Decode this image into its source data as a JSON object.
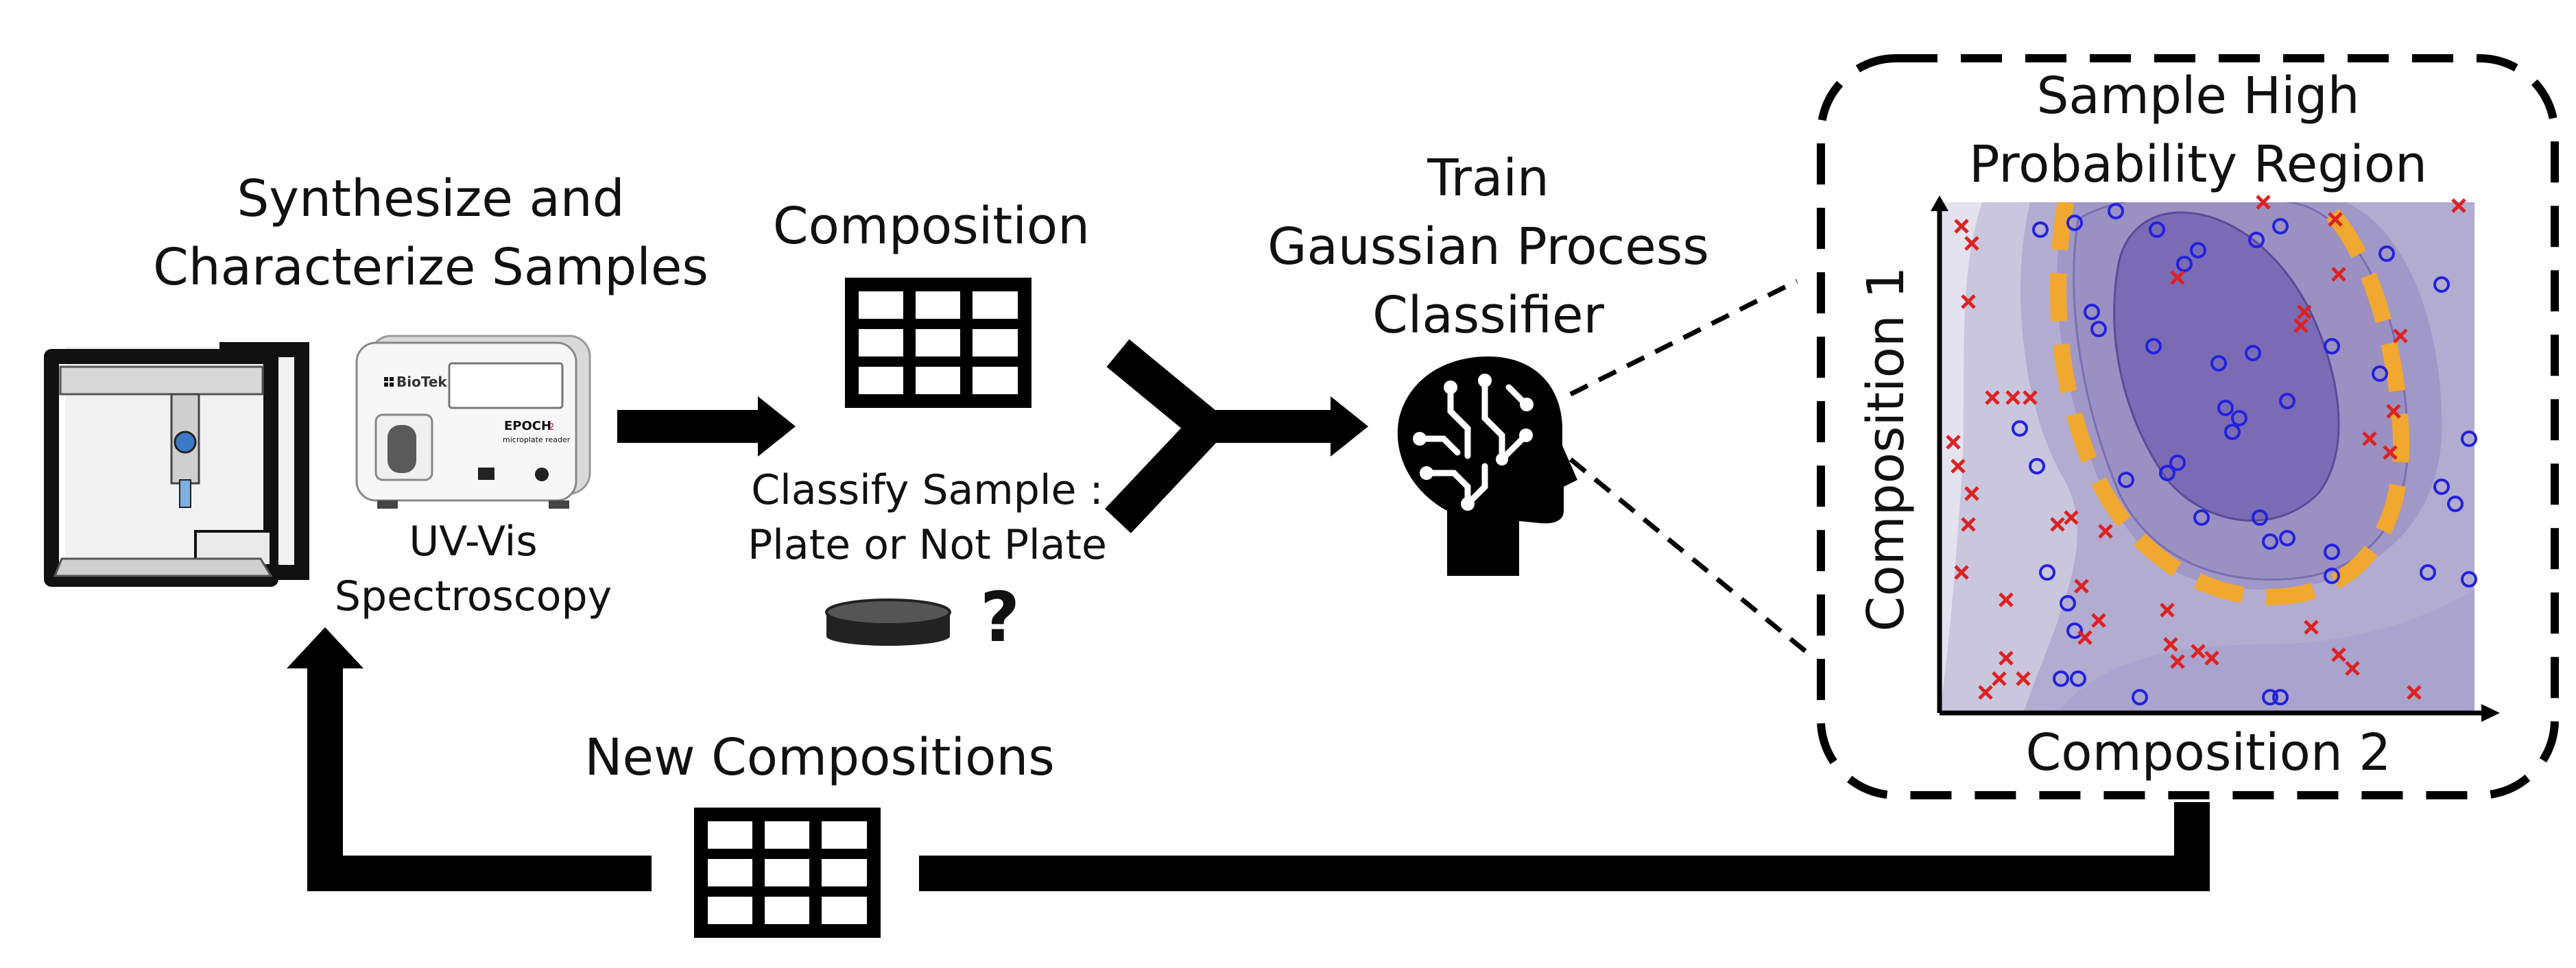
{
  "steps": {
    "synthesize": {
      "line1": "Synthesize and",
      "line2": "Characterize Samples"
    },
    "uvvis": {
      "line1": "UV-Vis",
      "line2": "Spectroscopy"
    },
    "composition": {
      "title": "Composition"
    },
    "classify": {
      "line1": "Classify Sample :",
      "line2": "Plate or Not Plate",
      "question": "?"
    },
    "train": {
      "line1": "Train",
      "line2": "Gaussian Process",
      "line3": "Classifier"
    },
    "sample": {
      "line1": "Sample High",
      "line2": "Probability Region"
    },
    "new_compositions": {
      "title": "New Compositions"
    }
  },
  "instrument": {
    "brand": "BioTek",
    "model": "EPOCH",
    "model_num": "2",
    "subtitle": "microplate reader"
  },
  "plot": {
    "xlabel": "Composition 2",
    "ylabel": "Composition 1",
    "boundary_color": "#f0a830",
    "region_color": "#7b6bb5",
    "marker_o_color": "#2222dd",
    "marker_x_color": "#dd2222"
  },
  "icons": [
    "robot-printer-icon",
    "plate-reader-icon",
    "grid-table-icon",
    "merge-arrow-icon",
    "brain-head-icon",
    "sample-disk-icon"
  ]
}
